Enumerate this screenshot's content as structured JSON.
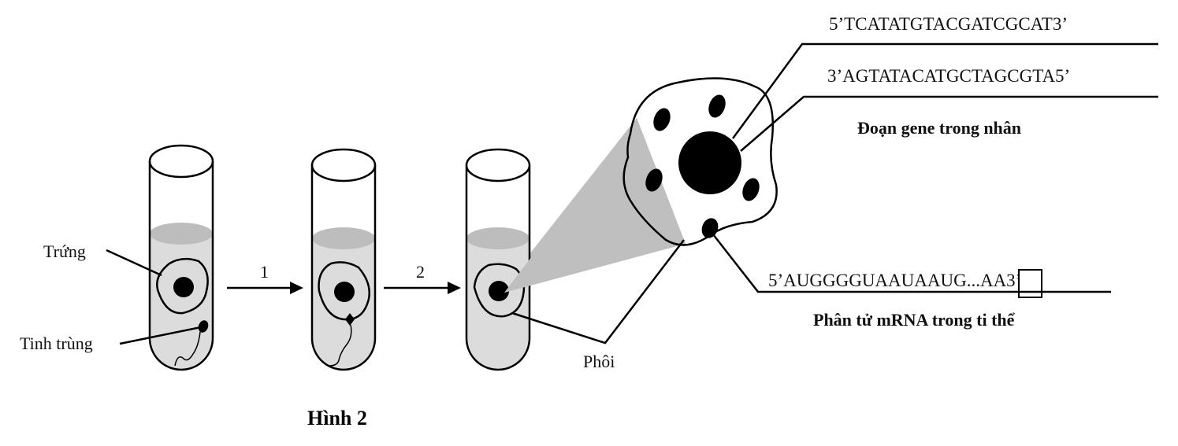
{
  "figure": {
    "caption": "Hình 2",
    "labels": {
      "egg": "Trứng",
      "sperm": "Tinh trùng",
      "embryo": "Phôi"
    },
    "steps": [
      "1",
      "2"
    ],
    "nuclear_gene": {
      "strand_top": "5’TCATATGTACGATCGCAT3’",
      "strand_bottom": "3’AGTATACATGCTAGCGTA5’",
      "title": "Đoạn gene trong nhân"
    },
    "mito_mrna": {
      "sequence_start": "5’AUGGGGUAAUAAUG",
      "boxed_gap": "...",
      "sequence_end": "AA3’",
      "title": "Phân tử mRNA trong ti thể"
    },
    "colors": {
      "medium": "#dcdcdc",
      "medium_surface": "#bdbdbd",
      "magnify_cone": "#bfbfbf",
      "ink": "#000000"
    }
  }
}
